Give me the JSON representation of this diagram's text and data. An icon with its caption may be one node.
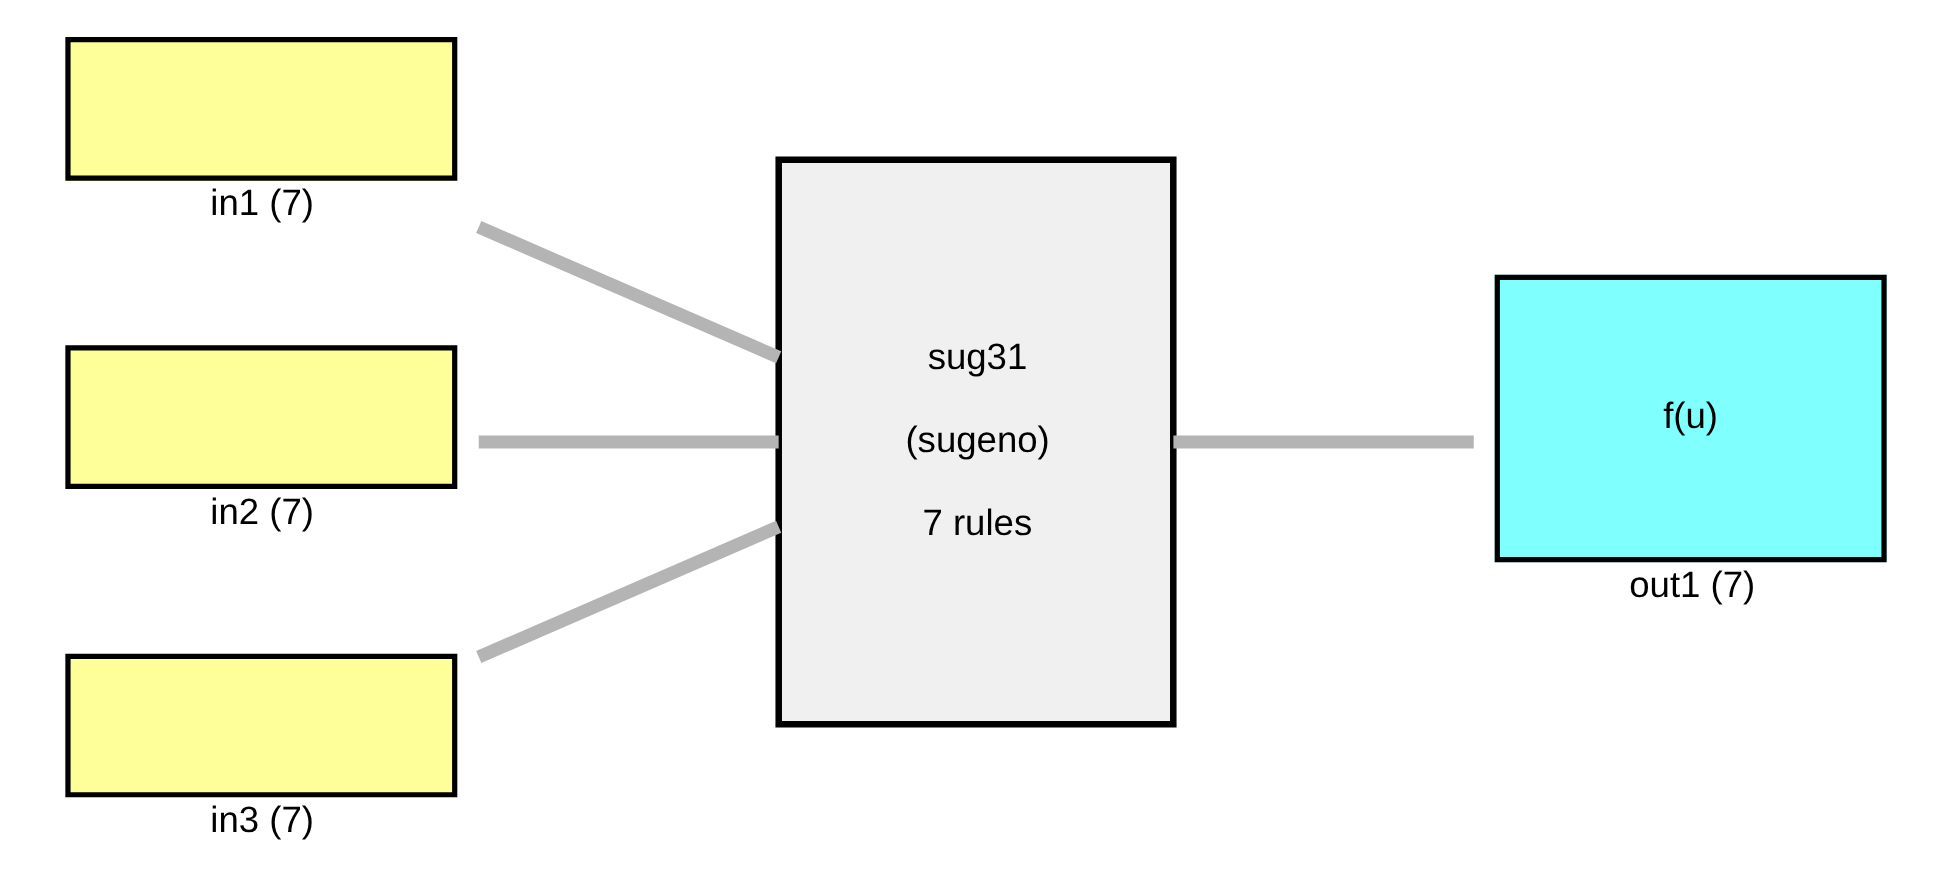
{
  "diagram": {
    "nodes": [
      {
        "text": [
          "in1 (7)"
        ]
      },
      {
        "text": [
          "in2 (7)"
        ]
      },
      {
        "text": [
          "in3 (7)"
        ]
      },
      {
        "text": [
          "sug31",
          "(sugeno)",
          "7 rules"
        ]
      },
      {
        "text": [
          "f(u)",
          "out1 (7)"
        ]
      }
    ],
    "edges": [
      {
        "from": 0,
        "to": 3,
        "arrow": "none"
      },
      {
        "from": 1,
        "to": 3,
        "arrow": "none"
      },
      {
        "from": 2,
        "to": 3,
        "arrow": "none"
      },
      {
        "from": 3,
        "to": 4,
        "arrow": "none"
      }
    ]
  }
}
